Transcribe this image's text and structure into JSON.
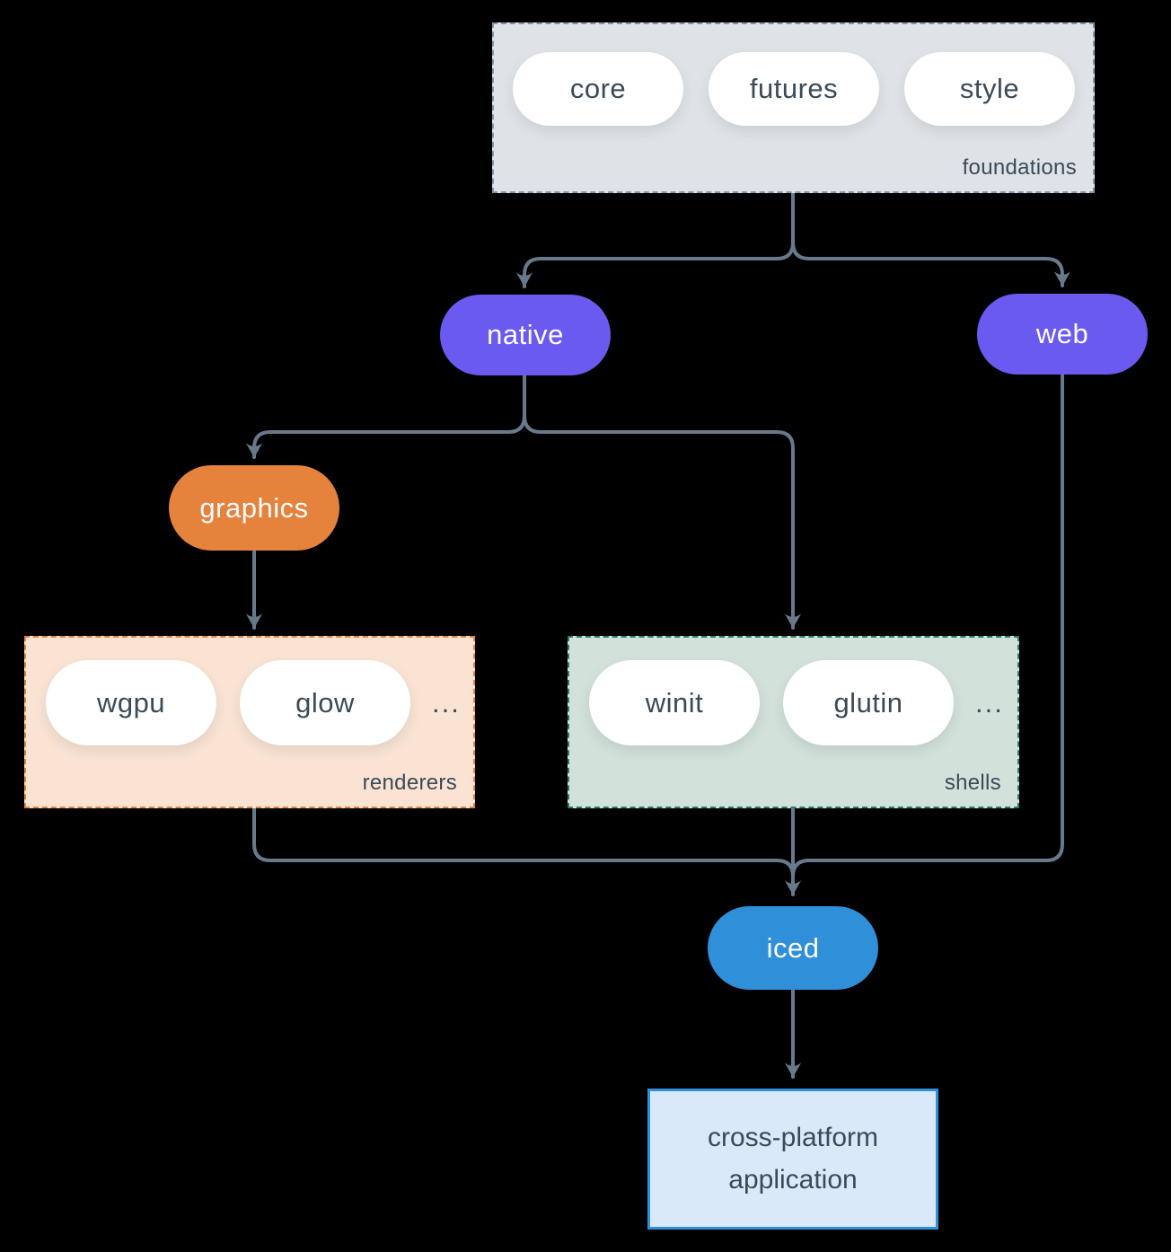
{
  "diagram": {
    "foundations": {
      "label": "foundations",
      "items": [
        "core",
        "futures",
        "style"
      ]
    },
    "native": {
      "label": "native"
    },
    "web": {
      "label": "web"
    },
    "graphics": {
      "label": "graphics"
    },
    "renderers": {
      "label": "renderers",
      "items": [
        "wgpu",
        "glow"
      ],
      "ellipsis": "..."
    },
    "shells": {
      "label": "shells",
      "items": [
        "winit",
        "glutin"
      ],
      "ellipsis": "..."
    },
    "iced": {
      "label": "iced"
    },
    "application": {
      "label": "cross-platform application"
    },
    "colors": {
      "background": "#000000",
      "edge": "#68798c",
      "purple": "#6a5af0",
      "orange": "#e5823c",
      "blue": "#2f8fd8",
      "foundations_fill": "#dfe3e7",
      "foundations_border": "#8495a8",
      "renderers_fill": "#fae3d3",
      "renderers_border": "#e5823c",
      "shells_fill": "#d2e1d9",
      "shells_border": "#2b7b6a",
      "application_fill": "#d9e9f9",
      "application_border": "#2f8fd8",
      "pill_fill": "#ffffff",
      "text_dark": "#3b4a58",
      "text_light": "#ffffff"
    }
  }
}
